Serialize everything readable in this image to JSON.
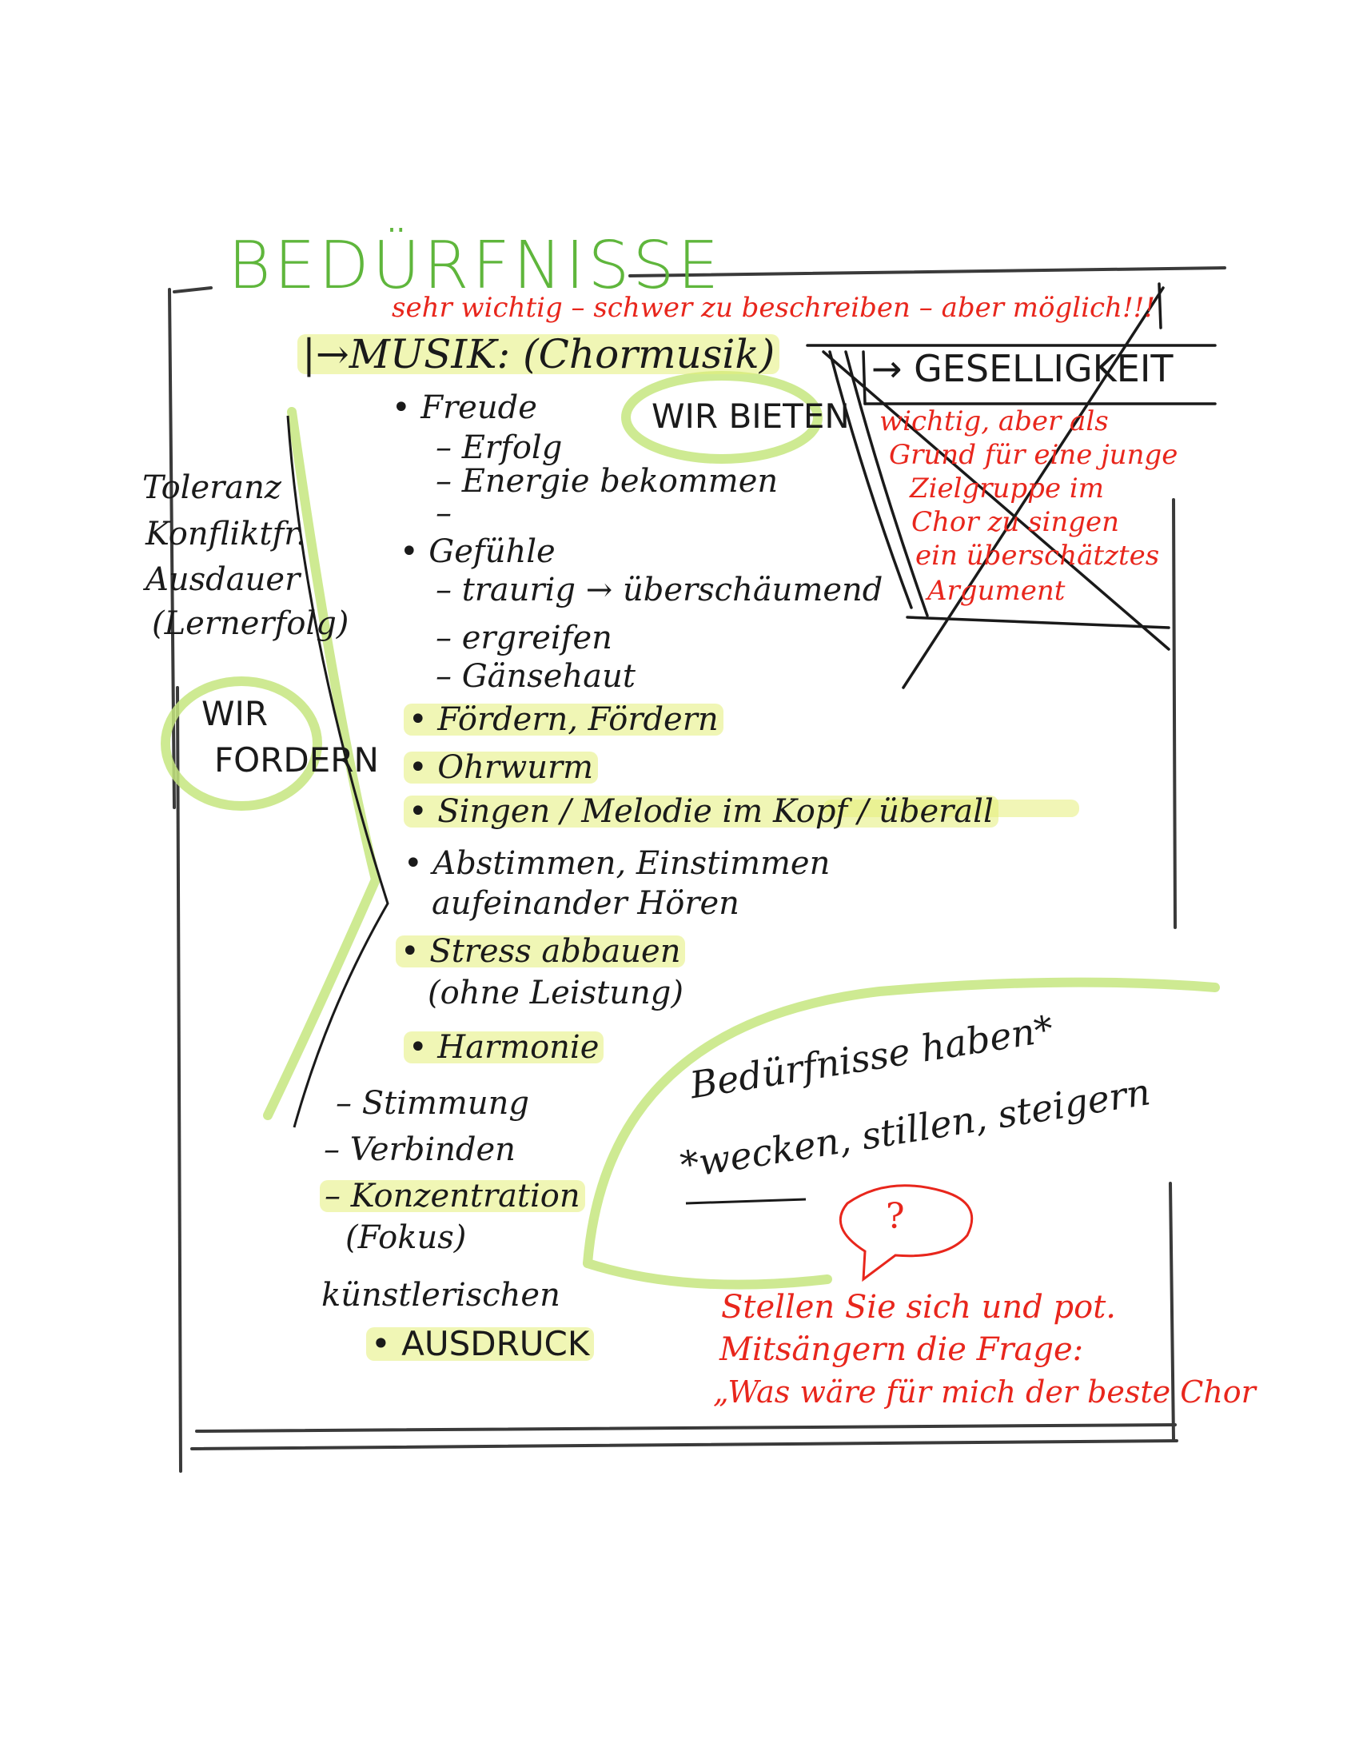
{
  "title": "BEDÜRFNISSE",
  "subtitle": "sehr wichtig – schwer zu beschreiben – aber möglich!!!",
  "musik": {
    "heading": "|→MUSIK: (Chormusik)",
    "wir_bieten": "WIR BIETEN",
    "items": [
      {
        "label": "• Freude"
      },
      {
        "label": "– Erfolg"
      },
      {
        "label": "– Energie bekommen"
      },
      {
        "label": "–"
      },
      {
        "label": "• Gefühle"
      },
      {
        "label": "– traurig → überschäumend"
      },
      {
        "label": "– ergreifen"
      },
      {
        "label": "– Gänsehaut"
      },
      {
        "label": "• Fördern, Fördern"
      },
      {
        "label": "• Ohrwurm"
      },
      {
        "label": "• Singen / Melodie im Kopf / überall"
      },
      {
        "label": "• Abstimmen, Einstimmen"
      },
      {
        "label": "aufeinander Hören"
      },
      {
        "label": "• Stress abbauen"
      },
      {
        "label": "(ohne Leistung)"
      },
      {
        "label": "• Harmonie"
      },
      {
        "label": "– Stimmung"
      },
      {
        "label": "– Verbinden"
      },
      {
        "label": "– Konzentration"
      },
      {
        "label": "(Fokus)"
      },
      {
        "label": "künstlerischen"
      },
      {
        "label": "• AUSDRUCK"
      }
    ]
  },
  "left_column": {
    "lines": [
      "Toleranz",
      "Konfliktfr.",
      "Ausdauer",
      "(Lernerfolg)"
    ],
    "wir_fordern": [
      "WIR",
      "FORDERN"
    ]
  },
  "geselligkeit": {
    "heading": "→ GESELLIGKEIT",
    "note": [
      "wichtig, aber als",
      "Grund für eine junge",
      "Zielgruppe im",
      "Chor zu singen",
      "ein überschätztes",
      "Argument"
    ]
  },
  "beduerfnisse_box": {
    "line1": "Bedürfnisse haben*",
    "line2": "*wecken, stillen, steigern",
    "bubble": "?"
  },
  "question": [
    "Stellen Sie sich und pot.",
    "Mitsängern die Frage:",
    "„Was wäre für mich der beste Chor"
  ],
  "colors": {
    "green": "#5fb63c",
    "red": "#e8261c",
    "ink": "#1a1a1a",
    "highlight": "#e6ee7a",
    "frame": "#3a3a3a"
  }
}
